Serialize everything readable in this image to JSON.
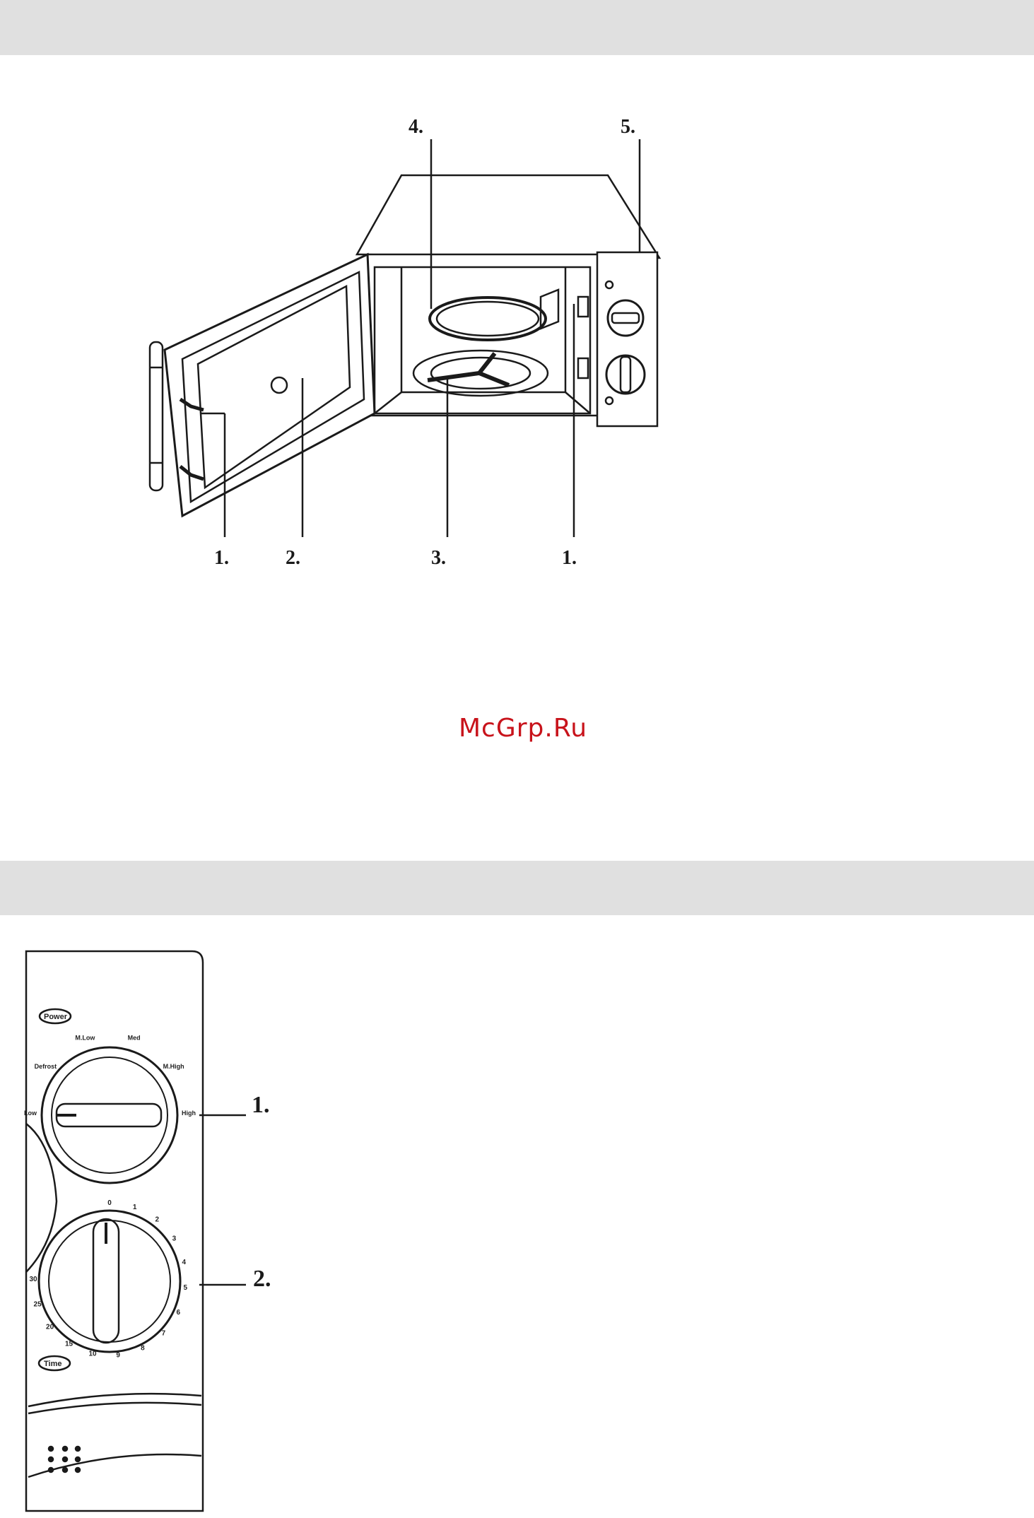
{
  "diagram_top": {
    "callouts": {
      "c4": "4.",
      "c5": "5.",
      "c1_left": "1.",
      "c2": "2.",
      "c3": "3.",
      "c1_right": "1."
    }
  },
  "watermark": "McGrp.Ru",
  "diagram_bottom": {
    "callouts": {
      "c1": "1.",
      "c2": "2."
    },
    "power_label": "Power",
    "time_label": "Time",
    "power_levels": [
      "Low",
      "Defrost",
      "M.Low",
      "Med",
      "M.High",
      "High"
    ],
    "timer_marks": [
      "0",
      "1",
      "2",
      "3",
      "4",
      "5",
      "6",
      "7",
      "8",
      "9",
      "10",
      "15",
      "20",
      "25",
      "30"
    ]
  }
}
